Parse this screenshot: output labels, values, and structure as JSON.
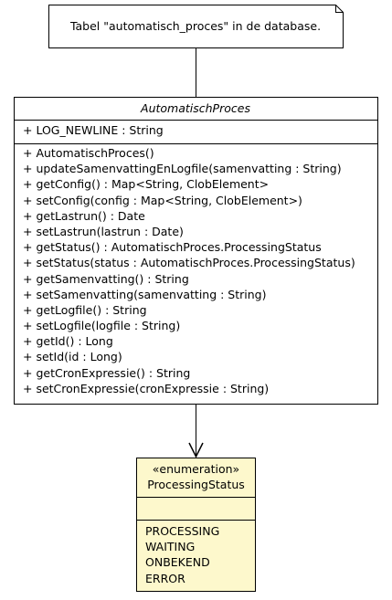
{
  "note": {
    "text": "Tabel \"automatisch_proces\" in de database."
  },
  "class": {
    "name": "AutomatischProces",
    "attributes": [
      "+ LOG_NEWLINE : String"
    ],
    "methods": [
      "+ AutomatischProces()",
      "+ updateSamenvattingEnLogfile(samenvatting : String)",
      "+ getConfig() : Map<String, ClobElement>",
      "+ setConfig(config : Map<String, ClobElement>)",
      "+ getLastrun() : Date",
      "+ setLastrun(lastrun : Date)",
      "+ getStatus() : AutomatischProces.ProcessingStatus",
      "+ setStatus(status : AutomatischProces.ProcessingStatus)",
      "+ getSamenvatting() : String",
      "+ setSamenvatting(samenvatting : String)",
      "+ getLogfile() : String",
      "+ setLogfile(logfile : String)",
      "+ getId() : Long",
      "+ setId(id : Long)",
      "+ getCronExpressie() : String",
      "+ setCronExpressie(cronExpressie : String)"
    ]
  },
  "enumeration": {
    "stereotype": "«enumeration»",
    "name": "ProcessingStatus",
    "literals": [
      "PROCESSING",
      "WAITING",
      "ONBEKEND",
      "ERROR"
    ]
  },
  "colors": {
    "enum_fill": "#fdf8cc",
    "box_fill": "#ffffff",
    "stroke": "#000000"
  }
}
